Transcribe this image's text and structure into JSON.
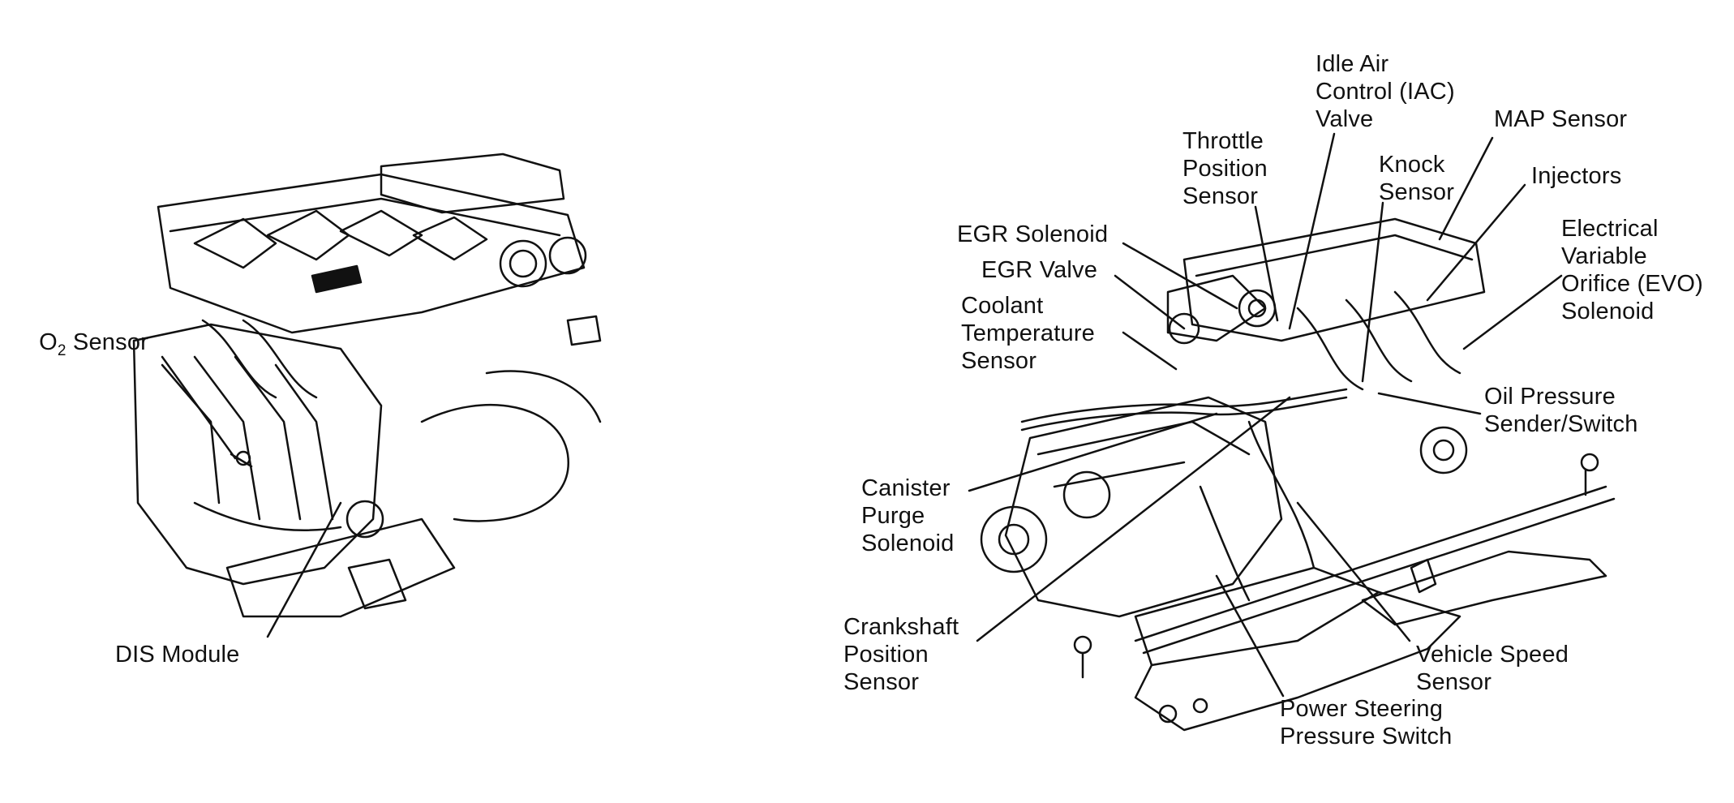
{
  "labels": {
    "o2_sensor": {
      "o": "O",
      "sub": "2",
      "rest": " Sensor"
    },
    "dis_module": "DIS Module",
    "idle_air_control": "Idle Air\nControl (IAC)\nValve",
    "map_sensor": "MAP Sensor",
    "throttle_position_sensor": "Throttle\nPosition\nSensor",
    "knock_sensor": "Knock\nSensor",
    "injectors": "Injectors",
    "egr_solenoid": "EGR Solenoid",
    "egr_valve": "EGR Valve",
    "electrical_variable_orifice": "Electrical\nVariable\nOrifice (EVO)\nSolenoid",
    "coolant_temperature_sensor": "Coolant\nTemperature\nSensor",
    "oil_pressure_sender": "Oil Pressure\nSender/Switch",
    "canister_purge_solenoid": "Canister\nPurge\nSolenoid",
    "crankshaft_position_sensor": "Crankshaft\nPosition\nSensor",
    "vehicle_speed_sensor": "Vehicle Speed\nSensor",
    "power_steering_pressure_switch": "Power Steering\nPressure Switch"
  },
  "colors": {
    "ink": "#111111",
    "paper": "#ffffff"
  }
}
